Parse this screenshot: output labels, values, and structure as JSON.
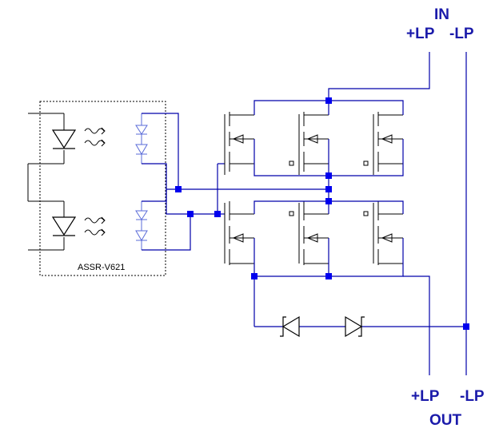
{
  "labels": {
    "in_title": "IN",
    "in_plus": "+LP",
    "in_minus": "-LP",
    "out_plus": "+LP",
    "out_minus": "-LP",
    "out_title": "OUT",
    "part_number": "ASSR-V621"
  },
  "colors": {
    "wire": "#0000aa",
    "junction": "#0000ee",
    "component": "#000000",
    "label": "#1a1aaa",
    "faint": "#5a6bd8"
  }
}
